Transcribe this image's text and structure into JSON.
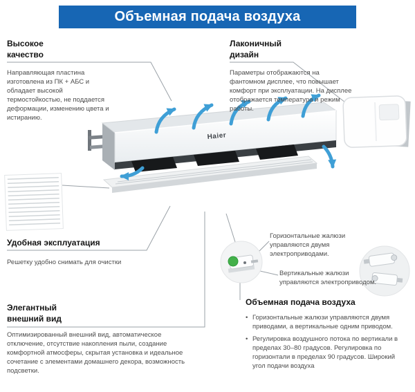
{
  "title": "Объемная подача воздуха",
  "colors": {
    "accent": "#1766b4",
    "arrow": "#3f9fd6",
    "connector": "#9aa1a7"
  },
  "unit": {
    "brand": "Haier"
  },
  "features": {
    "quality": {
      "heading": "Высокое качество",
      "body": "Направляющая пластина изготовлена из ПК + АБС и обладает высокой термостойкостью, не поддается деформации, изменению цвета и истиранию."
    },
    "design": {
      "heading": "Лаконичный дизайн",
      "body": "Параметры отображаются на фантомном дисплее, что повышает комфорт при эксплуатации. На дисплее отображается температура и режим работы."
    },
    "maintenance": {
      "heading": "Удобная эксплуатация",
      "body": "Решетку удобно снимать для очистки"
    },
    "appearance": {
      "heading": "Элегантный внешний вид",
      "body": "Оптимизированный внешний вид, автоматическое отключение, отсутствие накопления пыли, создание комфортной атмосферы, скрытая установка и идеальное сочетание с элементами домашнего декора, возможность подсветки."
    },
    "air_supply": {
      "heading": "Объемная подача воздуха",
      "bullets": [
        "Горизонтальные жалюзи управляются двумя приводами, а вертикальные одним приводом.",
        "Регулировка воздушного потока по вертикали в пределах 30–80 градусов. Регулировка по горизонтали в пределах 90 градусов. Широкий угол подачи воздуха"
      ]
    }
  },
  "labels": {
    "horizontal_louvers": "Горизонтальные жалюзи управляются двумя электроприводами.",
    "vertical_louvers": "Вертикальные жалюзи управляются электроприводом."
  }
}
